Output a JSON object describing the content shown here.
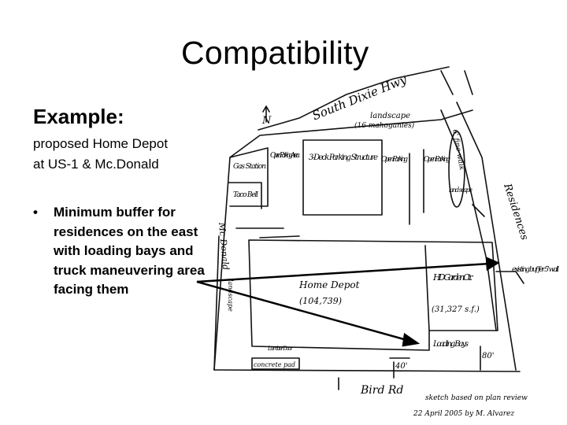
{
  "slide": {
    "title": "Compatibility",
    "example_heading": "Example:",
    "proposal_line1": "proposed Home Depot",
    "proposal_line2": "at US-1 & Mc.Donald",
    "bullet": "Minimum buffer for residences on the east with loading bays and truck maneuvering area facing them"
  },
  "sketch": {
    "road_north": "South Dixie Hwy",
    "north_marker": "N",
    "landscape_top": "landscape",
    "landscape_top_note": "(16 mahoganies)",
    "six_ft_walk": "6' fine walk",
    "gas_station": "Gas Station",
    "open_parking_1": "Open Parking Area",
    "parking_structure": "3-Deck Parking Structure",
    "open_parking_2": "Open Parking",
    "open_parking_3": "Open Parking",
    "landscape_small": "land scape",
    "residences": "Residences",
    "taco_bell": "Taco Bell",
    "road_west": "Mc Donald",
    "landscape_west": "landscape",
    "home_depot": "Home Depot",
    "home_depot_area": "(104,739)",
    "garden_center": "HD Garden Ctr.",
    "garden_area": "(31,327 s.f.)",
    "existing_buffer": "existing buffer 5' wall",
    "lumber_door": "Lumber Door",
    "concrete_pad": "concrete pad",
    "dim_40": "40'",
    "loading_bays": "Loading Bays",
    "dim_80": "80'",
    "road_south": "Bird Rd",
    "credit_line1": "sketch based on plan review",
    "credit_line2": "22 April 2005 by M. Alvarez"
  }
}
